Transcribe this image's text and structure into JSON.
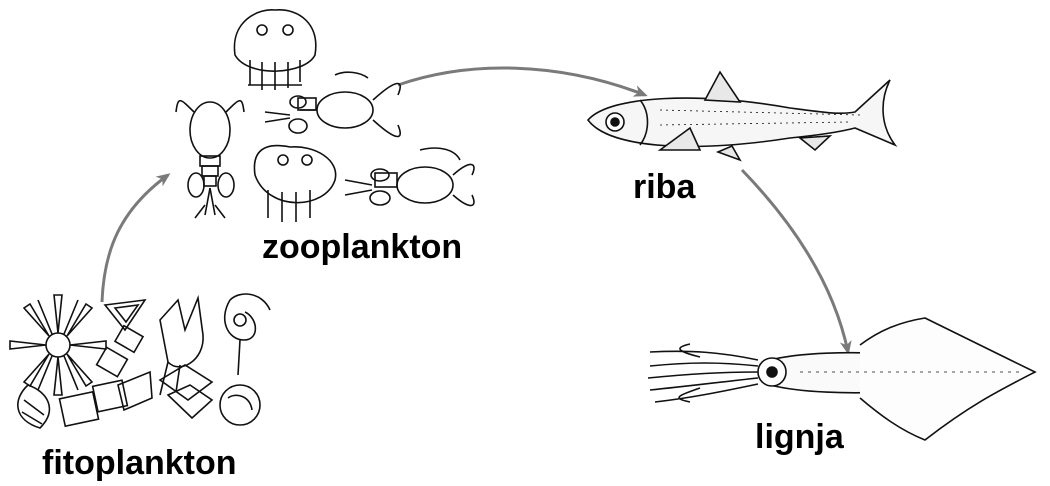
{
  "food_chain": {
    "nodes": [
      {
        "id": "fitoplankton",
        "label": "fitoplankton",
        "icon": "phytoplankton-cluster-icon"
      },
      {
        "id": "zooplankton",
        "label": "zooplankton",
        "icon": "zooplankton-cluster-icon"
      },
      {
        "id": "riba",
        "label": "riba",
        "icon": "fish-icon"
      },
      {
        "id": "lignja",
        "label": "lignja",
        "icon": "squid-icon"
      }
    ],
    "edges": [
      {
        "from": "fitoplankton",
        "to": "zooplankton"
      },
      {
        "from": "zooplankton",
        "to": "riba"
      },
      {
        "from": "riba",
        "to": "lignja"
      }
    ],
    "colors": {
      "arrow": "#7a7a7a",
      "ink": "#111111",
      "label": "#000000"
    }
  }
}
